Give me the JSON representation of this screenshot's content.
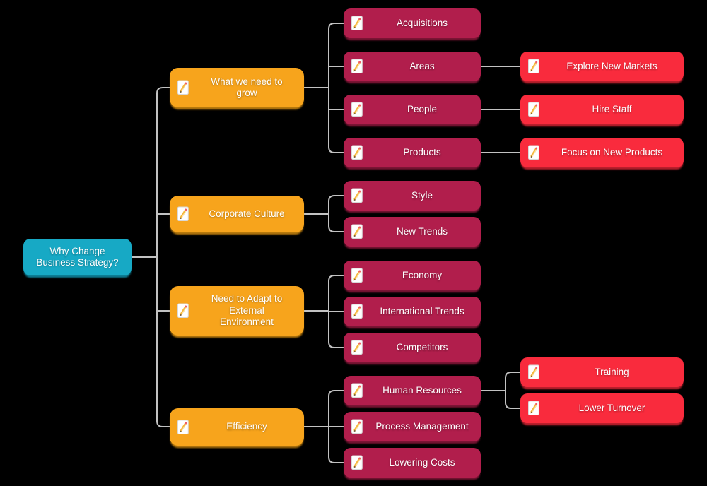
{
  "diagram": {
    "type": "mindmap",
    "colors": {
      "background": "#000000",
      "connector": "#c2c2c2",
      "root": "#17a9c5",
      "level1": "#f7a41c",
      "level2": "#b11e4c",
      "level3": "#f92b3d",
      "text": "#ffffff"
    },
    "node_icon": "note-pencil-icon",
    "nodes": [
      {
        "id": "root",
        "level": 0,
        "parent": null,
        "label": "Why Change\nBusiness Strategy?"
      },
      {
        "id": "what-we-need-to-grow",
        "level": 1,
        "parent": "root",
        "label": "What we need to\ngrow"
      },
      {
        "id": "corporate-culture",
        "level": 1,
        "parent": "root",
        "label": "Corporate Culture"
      },
      {
        "id": "need-to-adapt-to-external-environment",
        "level": 1,
        "parent": "root",
        "label": "Need to Adapt to\nExternal\nEnvironment"
      },
      {
        "id": "efficiency",
        "level": 1,
        "parent": "root",
        "label": "Efficiency"
      },
      {
        "id": "acquisitions",
        "level": 2,
        "parent": "what-we-need-to-grow",
        "label": "Acquisitions"
      },
      {
        "id": "areas",
        "level": 2,
        "parent": "what-we-need-to-grow",
        "label": "Areas"
      },
      {
        "id": "people",
        "level": 2,
        "parent": "what-we-need-to-grow",
        "label": "People"
      },
      {
        "id": "products",
        "level": 2,
        "parent": "what-we-need-to-grow",
        "label": "Products"
      },
      {
        "id": "style",
        "level": 2,
        "parent": "corporate-culture",
        "label": "Style"
      },
      {
        "id": "new-trends",
        "level": 2,
        "parent": "corporate-culture",
        "label": "New Trends"
      },
      {
        "id": "economy",
        "level": 2,
        "parent": "need-to-adapt-to-external-environment",
        "label": "Economy"
      },
      {
        "id": "international-trends",
        "level": 2,
        "parent": "need-to-adapt-to-external-environment",
        "label": "International Trends"
      },
      {
        "id": "competitors",
        "level": 2,
        "parent": "need-to-adapt-to-external-environment",
        "label": "Competitors"
      },
      {
        "id": "human-resources",
        "level": 2,
        "parent": "efficiency",
        "label": "Human Resources"
      },
      {
        "id": "process-management",
        "level": 2,
        "parent": "efficiency",
        "label": "Process Management"
      },
      {
        "id": "lowering-costs",
        "level": 2,
        "parent": "efficiency",
        "label": "Lowering Costs"
      },
      {
        "id": "explore-new-markets",
        "level": 3,
        "parent": "areas",
        "label": "Explore New Markets"
      },
      {
        "id": "hire-staff",
        "level": 3,
        "parent": "people",
        "label": "Hire Staff"
      },
      {
        "id": "focus-on-new-products",
        "level": 3,
        "parent": "products",
        "label": "Focus on New Products"
      },
      {
        "id": "training",
        "level": 3,
        "parent": "human-resources",
        "label": "Training"
      },
      {
        "id": "lower-turnover",
        "level": 3,
        "parent": "human-resources",
        "label": "Lower Turnover"
      }
    ]
  }
}
